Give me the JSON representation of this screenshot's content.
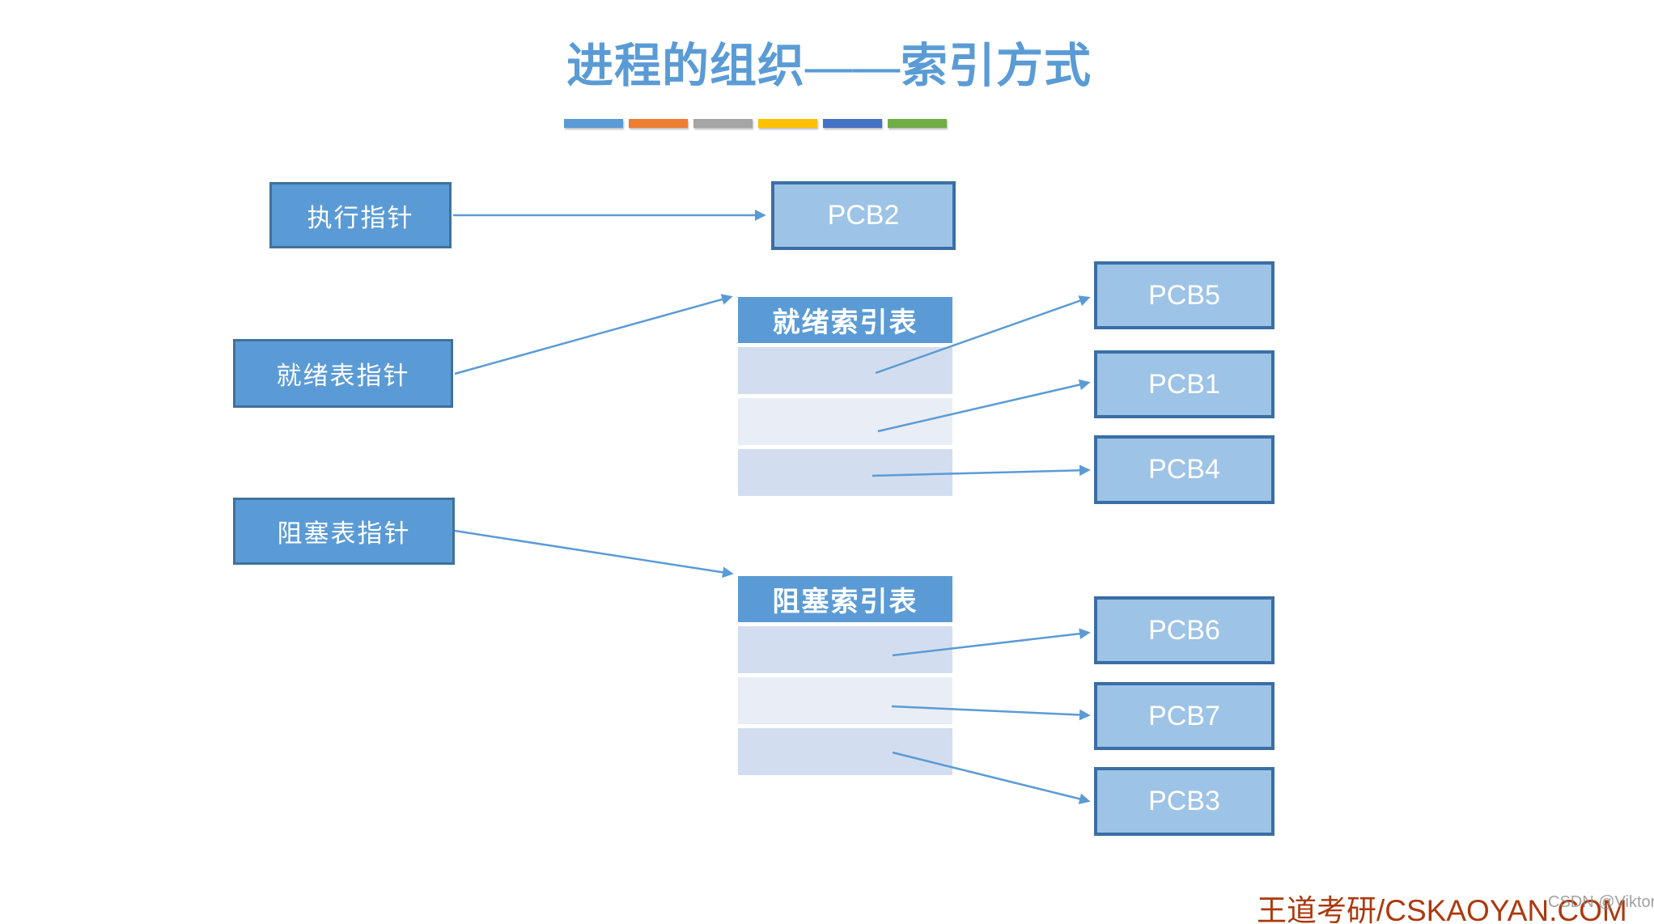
{
  "title": {
    "text": "进程的组织——索引方式"
  },
  "divider": {
    "colors": [
      "#5B9BD5",
      "#ED7D31",
      "#A5A5A5",
      "#FFC000",
      "#4472C4",
      "#70AD47"
    ]
  },
  "pointers": {
    "exec": {
      "label": "执行指针"
    },
    "ready": {
      "label": "就绪表指针"
    },
    "blocked": {
      "label": "阻塞表指针"
    }
  },
  "tables": {
    "ready": {
      "title": "就绪索引表",
      "row_count": 3
    },
    "blocked": {
      "title": "阻塞索引表",
      "row_count": 3
    }
  },
  "pcbs": {
    "exec_target": "PCB2",
    "ready_targets": [
      "PCB5",
      "PCB1",
      "PCB4"
    ],
    "blocked_targets": [
      "PCB6",
      "PCB7",
      "PCB3"
    ]
  },
  "colors": {
    "accent_blue": "#5B9BD5",
    "pointer_box_fill": "#5B9BD5",
    "pointer_box_border": "#41719C",
    "pcb_fill": "#9DC3E6",
    "pcb_border": "#3A6EA5",
    "table_header_fill": "#5B9BD5",
    "table_row_fill_a": "#D2DEEF",
    "table_row_fill_b": "#E8EDF6",
    "arrow": "#5B9BD5",
    "brand_red": "#AC390E",
    "watermark_gray": "#8A8A8A"
  },
  "footer": {
    "brand": "王道考研/CSKAOYAN.COM",
    "watermark": "CSDN @Viktoriae"
  }
}
